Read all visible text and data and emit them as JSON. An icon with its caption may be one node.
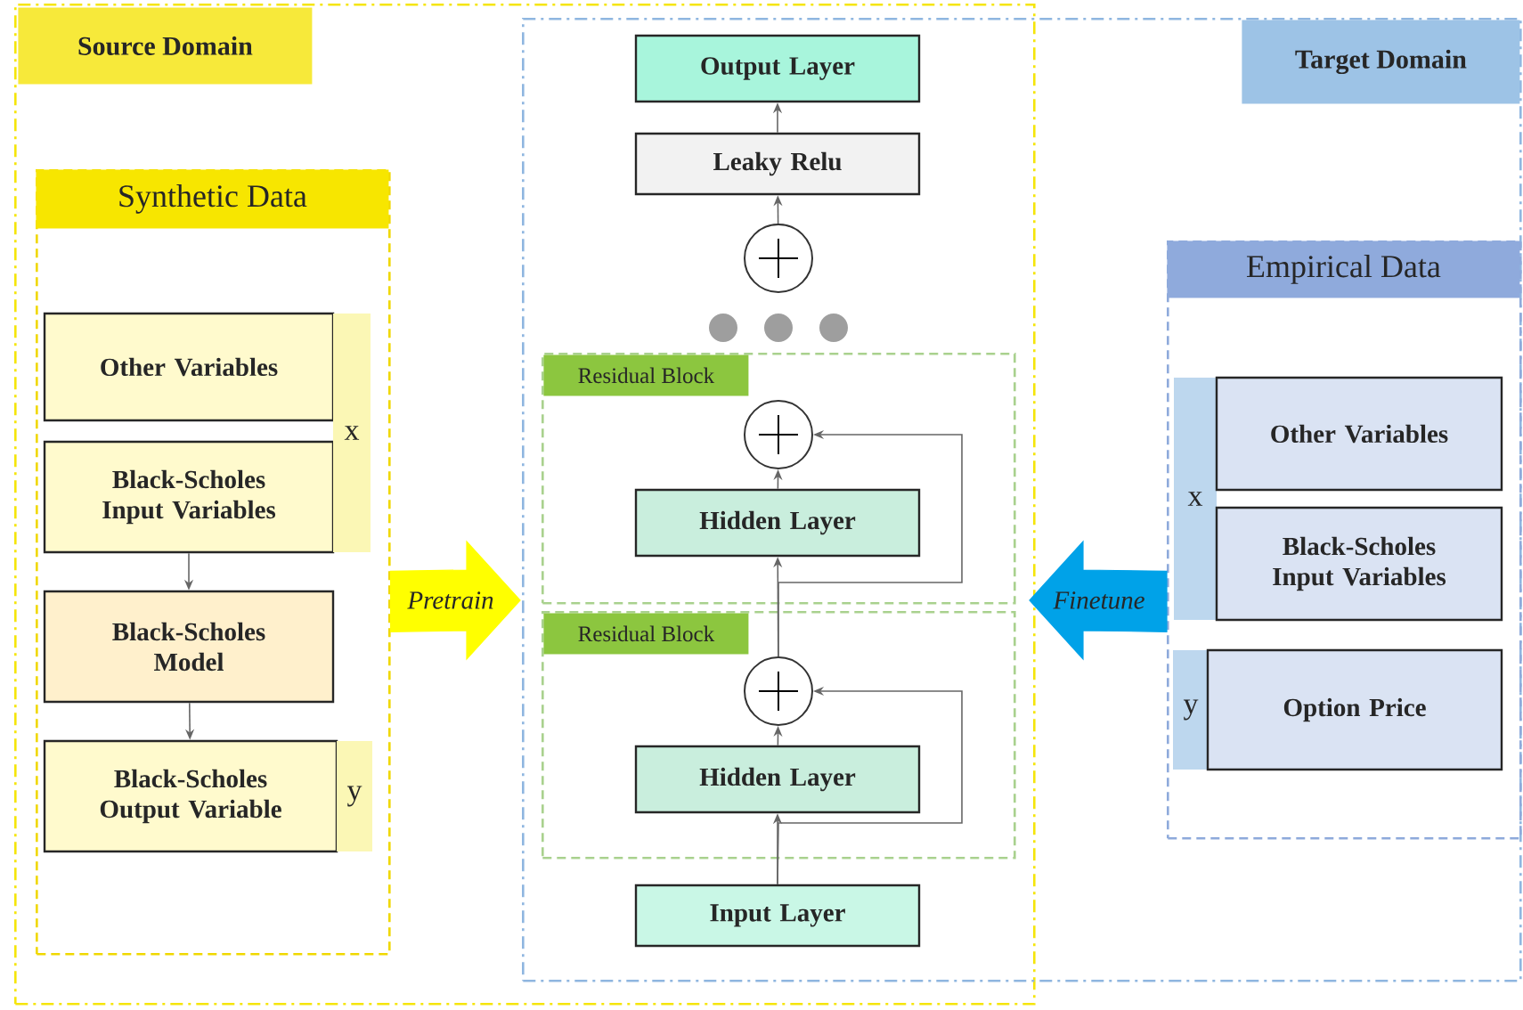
{
  "diagram": {
    "nodes": [
      {
        "text": [
          "Source Domain"
        ]
      },
      {
        "text": [
          "Synthetic Data"
        ],
        "in": 0
      },
      {
        "text": [
          "Other Variables"
        ],
        "in": 1
      },
      {
        "text": [
          "Black-Scholes Input Variables"
        ],
        "in": 1
      },
      {
        "text": [
          "x"
        ],
        "in": 1
      },
      {
        "text": [
          "Black-Scholes Model"
        ],
        "in": 1
      },
      {
        "text": [
          "Black-Scholes Output Variable"
        ],
        "in": 1
      },
      {
        "text": [
          "y"
        ],
        "in": 1
      },
      {
        "text": [
          "Target Domain"
        ]
      },
      {
        "text": [
          "Output Layer"
        ]
      },
      {
        "text": [
          "Leaky Relu"
        ]
      },
      {
        "text": [],
        "shape": "circle"
      },
      {
        "text": [
          "Residual Block"
        ]
      },
      {
        "text": [],
        "shape": "circle",
        "in": 12
      },
      {
        "text": [
          "Hidden Layer"
        ],
        "in": 12
      },
      {
        "text": [
          "Residual Block"
        ]
      },
      {
        "text": [],
        "shape": "circle",
        "in": 15
      },
      {
        "text": [
          "Hidden Layer"
        ],
        "in": 15
      },
      {
        "text": [
          "Input Layer"
        ]
      },
      {
        "text": [
          "Empirical Data"
        ],
        "in": 8
      },
      {
        "text": [
          "x"
        ],
        "in": 19
      },
      {
        "text": [
          "Other Variables"
        ],
        "in": 19
      },
      {
        "text": [
          "Black-Scholes Input Variables"
        ],
        "in": 19
      },
      {
        "text": [
          "y"
        ],
        "in": 19
      },
      {
        "text": [
          "Option Price"
        ],
        "in": 19
      }
    ],
    "edges": [
      {
        "from": 3,
        "to": 5,
        "arrow": "to"
      },
      {
        "from": 5,
        "to": 6,
        "arrow": "to"
      },
      {
        "from": 18,
        "to": 17,
        "arrow": "to"
      },
      {
        "from": 17,
        "to": 16,
        "arrow": "to"
      },
      {
        "from": 18,
        "to": 16,
        "arrow": "to"
      },
      {
        "from": 16,
        "to": 14,
        "arrow": "to"
      },
      {
        "from": 16,
        "to": 13,
        "arrow": "to"
      },
      {
        "from": 14,
        "to": 13,
        "arrow": "to"
      },
      {
        "from": 11,
        "to": 10,
        "arrow": "to"
      },
      {
        "from": 10,
        "to": 9,
        "arrow": "to"
      },
      {
        "from": 1,
        "to": null,
        "arrow": "to",
        "label": "Pretrain",
        "style": "thick",
        "color": "#ffff00"
      },
      {
        "from": 19,
        "to": null,
        "arrow": "to",
        "label": "Finetune",
        "style": "thick",
        "color": "#00a2e8"
      }
    ]
  }
}
